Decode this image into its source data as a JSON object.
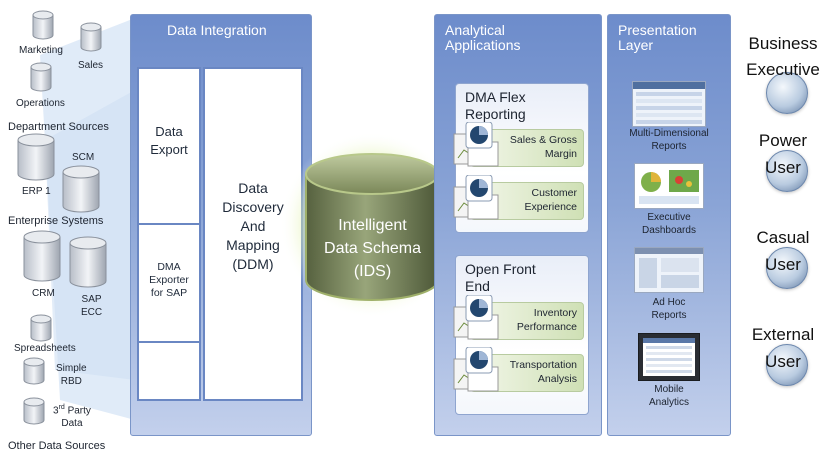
{
  "sources": {
    "marketing": "Marketing",
    "sales": "Sales",
    "operations": "Operations",
    "department_group": "Department Sources",
    "erp1": "ERP 1",
    "scm": "SCM",
    "enterprise_group": "Enterprise Systems",
    "crm": "CRM",
    "sap_ecc_line1": "SAP",
    "sap_ecc_line2": "ECC",
    "spreadsheets": "Spreadsheets",
    "simple_rbd_line1": "Simple",
    "simple_rbd_line2": "RBD",
    "third_party_line1a": "3",
    "third_party_sup": "rd",
    "third_party_line1b": " Party",
    "third_party_line2": "Data",
    "other_group": "Other Data Sources"
  },
  "integration": {
    "title": "Data Integration",
    "data_export_line1": "Data",
    "data_export_line2": "Export",
    "dma_exporter_line1": "DMA",
    "dma_exporter_line2": "Exporter",
    "dma_exporter_line3": "for SAP",
    "ddm_line1": "Data",
    "ddm_line2": "Discovery",
    "ddm_line3": "And",
    "ddm_line4": "Mapping",
    "ddm_line5": "(DDM)"
  },
  "ids": {
    "line1": "Intelligent",
    "line2": "Data Schema",
    "line3": "(IDS)"
  },
  "analytical": {
    "title_line1": "Analytical",
    "title_line2": "Applications",
    "flex": {
      "title_line1": "DMA Flex",
      "title_line2": "Reporting",
      "item1_line1": "Sales & Gross",
      "item1_line2": "Margin",
      "item2_line1": "Customer",
      "item2_line2": "Experience"
    },
    "open": {
      "title_line1": "Open Front",
      "title_line2": "End",
      "item1_line1": "Inventory",
      "item1_line2": "Performance",
      "item2_line1": "Transportation",
      "item2_line2": "Analysis"
    }
  },
  "presentation": {
    "title_line1": "Presentation",
    "title_line2": "Layer",
    "item1_line1": "Multi-Dimensional",
    "item1_line2": "Reports",
    "item2_line1": "Executive",
    "item2_line2": "Dashboards",
    "item3_line1": "Ad Hoc",
    "item3_line2": "Reports",
    "item4_line1": "Mobile",
    "item4_line2": "Analytics"
  },
  "users": {
    "business_line1": "Business",
    "business_line2": "Executive",
    "power_line1": "Power",
    "power_line2": "User",
    "casual_line1": "Casual",
    "casual_line2": "User",
    "external_line1": "External",
    "external_line2": "User"
  },
  "colors": {
    "panel_top": "#6d8ccb",
    "panel_bottom": "#c3d0ec",
    "card_green": "#cfe0b5",
    "ids_glow": "#c9e48a",
    "ids_body": "#6f7d54"
  }
}
